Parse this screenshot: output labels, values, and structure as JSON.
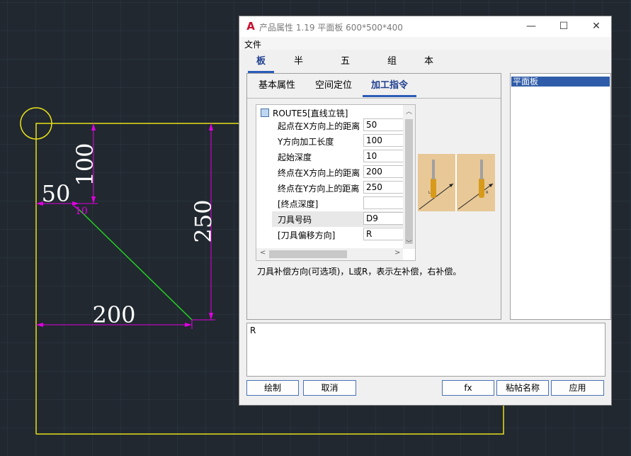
{
  "window": {
    "title": "产品属性 1.19 平面板 600*500*400",
    "minimize": "—",
    "maximize": "☐",
    "close": "✕"
  },
  "menu": {
    "file": "文件"
  },
  "main_tabs": [
    "板件",
    "半成品",
    "五金件",
    "组件",
    "本地变量"
  ],
  "sub_tabs": [
    "基本属性",
    "空间定位",
    "加工指令"
  ],
  "grid": {
    "header": "ROUTE5[直线立铣]",
    "rows": [
      {
        "label": "起点在X方向上的距离",
        "value": "50"
      },
      {
        "label": "Y方向加工长度",
        "value": "100"
      },
      {
        "label": "起始深度",
        "value": "10"
      },
      {
        "label": "终点在X方向上的距离",
        "value": "200"
      },
      {
        "label": "终点在Y方向上的距离",
        "value": "250"
      },
      {
        "label": "[终点深度]",
        "value": ""
      },
      {
        "label": "刀具号码",
        "value": "D9"
      },
      {
        "label": "[刀具偏移方向]",
        "value": "R"
      }
    ]
  },
  "hint": "刀具补偿方向(可选项)，L或R，表示左补偿，右补偿。",
  "list": {
    "selected": "平面板"
  },
  "memo": "R",
  "buttons": {
    "draw": "绘制",
    "cancel": "取消",
    "fx": "fx",
    "paste_name": "粘帖名称",
    "apply": "应用"
  },
  "drawing": {
    "dim_top": "100",
    "dim_left": "50",
    "dim_bottom": "200",
    "dim_right": "250",
    "depth": "10"
  },
  "colors": {
    "cad_background": "#212830",
    "panel_outline": "#e5e01a",
    "dimension": "#e000e0",
    "toolpath": "#22d122",
    "tab_active": "#1f3f8f"
  }
}
